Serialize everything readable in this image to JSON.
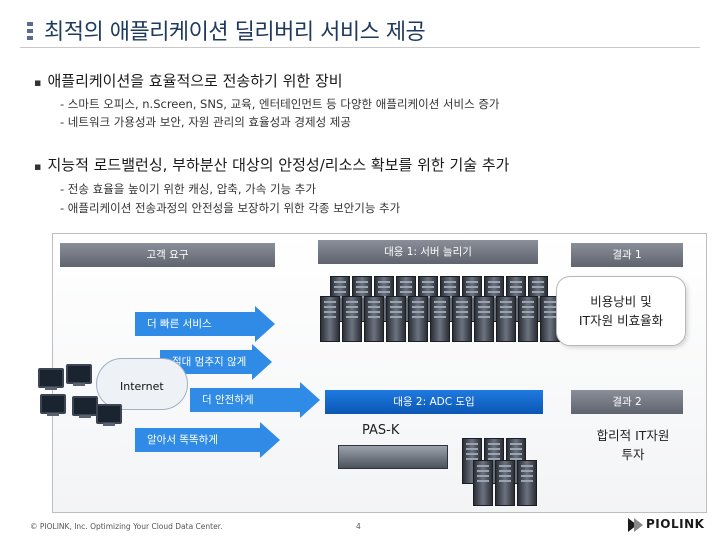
{
  "title": "최적의 애플리케이션 딜리버리 서비스 제공",
  "section1": {
    "heading": "애플리케이션을 효율적으로 전송하기 위한 장비",
    "lines": [
      "- 스마트 오피스, n.Screen, SNS, 교육, 엔터테인먼트 등 다양한 애플리케이션 서비스 증가",
      "- 네트워크 가용성과 보안, 자원 관리의 효율성과 경제성 제공"
    ]
  },
  "section2": {
    "heading": "지능적 로드밸런싱, 부하분산 대상의 안정성/리소스 확보를 위한 기술 추가",
    "lines": [
      "- 전송 효율을 높이기 위한 캐싱, 압축, 가속 기능 추가",
      "- 애플리케이션 전송과정의 안전성을 보장하기 위한 각종 보안기능 추가"
    ]
  },
  "diagram": {
    "customer_req": "고객 요구",
    "option1": "대응 1: 서버 늘리기",
    "result1": "결과 1",
    "result1_text": [
      "비용낭비 및",
      "IT자원 비효율화"
    ],
    "faster": "더 빠른 서비스",
    "no_stop": "절대 멈추지 않게",
    "internet": "Internet",
    "safer": "더 안전하게",
    "option2": "대응 2: ADC 도입",
    "result2": "결과 2",
    "smart": "알아서 똑똑하게",
    "product": "PAS-K",
    "result2_text": [
      "합리적 IT자원",
      "투자"
    ]
  },
  "footer": {
    "copyright": "© PIOLINK, Inc. Optimizing Your Cloud Data Center.",
    "page": "4",
    "logo": "PIOLINK"
  },
  "colors": {
    "accent_blue": "#2f8be6",
    "header_gray": "#6e737d",
    "title": "#1f3a5f"
  }
}
